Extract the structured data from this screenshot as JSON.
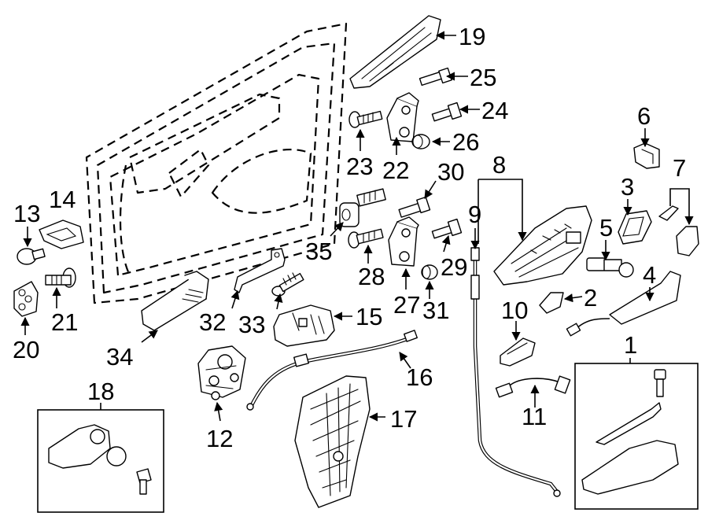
{
  "callouts": {
    "c1": "1",
    "c2": "2",
    "c3": "3",
    "c4": "4",
    "c5": "5",
    "c6": "6",
    "c7": "7",
    "c8": "8",
    "c9": "9",
    "c10": "10",
    "c11": "11",
    "c12": "12",
    "c13": "13",
    "c14": "14",
    "c15": "15",
    "c16": "16",
    "c17": "17",
    "c18": "18",
    "c19": "19",
    "c20": "20",
    "c21": "21",
    "c22": "22",
    "c23": "23",
    "c24": "24",
    "c25": "25",
    "c26": "26",
    "c27": "27",
    "c28": "28",
    "c29": "29",
    "c30": "30",
    "c31": "31",
    "c32": "32",
    "c33": "33",
    "c34": "34",
    "c35": "35"
  }
}
